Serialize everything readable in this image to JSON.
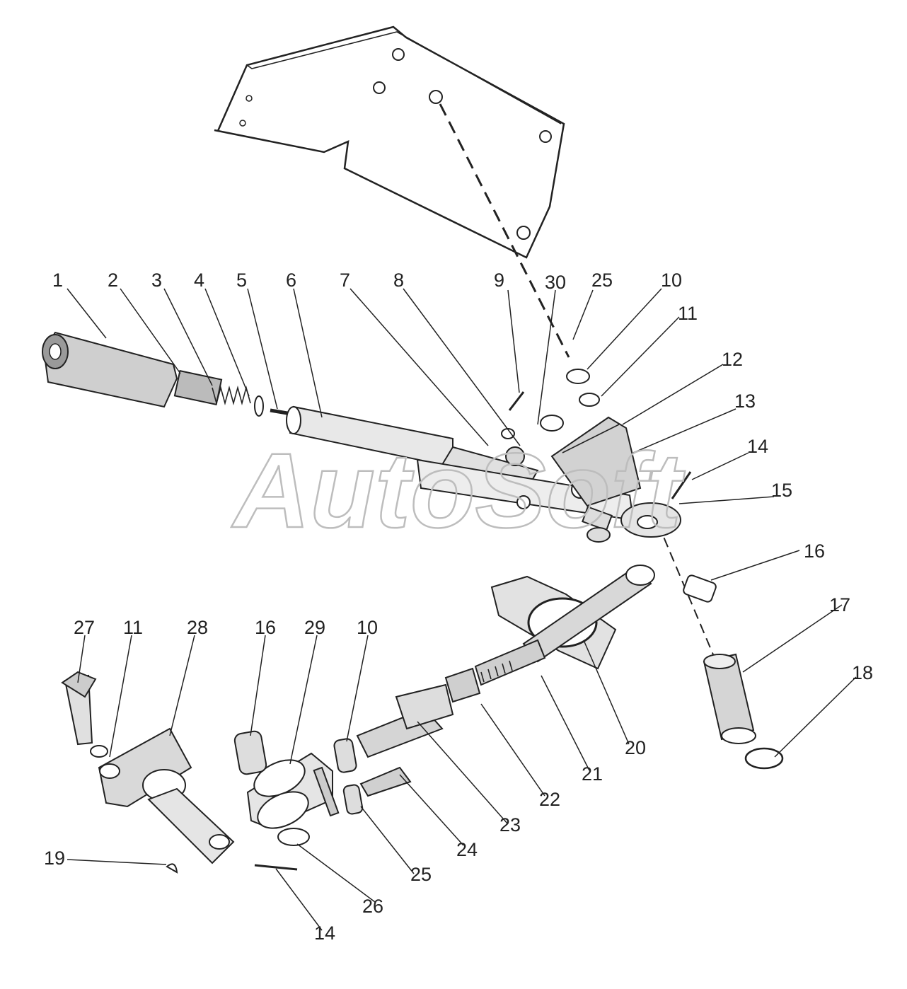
{
  "watermark": "AutoSoft",
  "colors": {
    "ink": "#222222",
    "paper": "#ffffff",
    "part_fill": "#dcdcdc",
    "watermark": "#bdbdbd"
  },
  "callouts": [
    "1",
    "2",
    "3",
    "4",
    "5",
    "6",
    "7",
    "8",
    "9",
    "30",
    "25",
    "10",
    "11",
    "12",
    "13",
    "14",
    "15",
    "16",
    "17",
    "18",
    "27",
    "11",
    "28",
    "16",
    "29",
    "10",
    "20",
    "21",
    "22",
    "23",
    "24",
    "25",
    "26",
    "14",
    "19"
  ]
}
